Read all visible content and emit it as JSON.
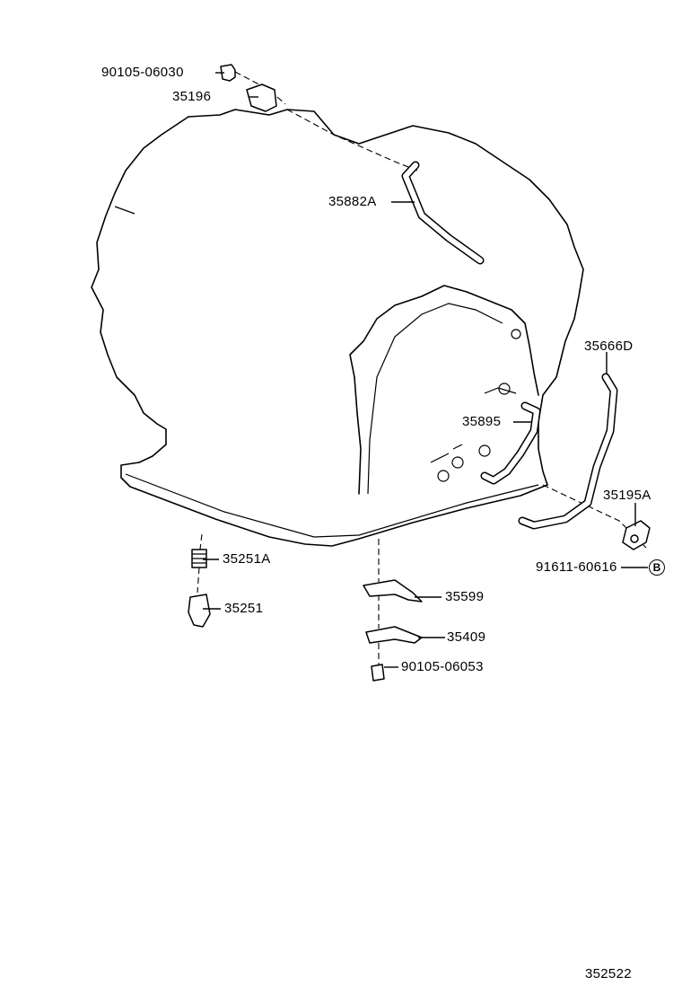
{
  "parts": [
    {
      "id": "p1",
      "number": "90105-06030"
    },
    {
      "id": "p2",
      "number": "35196"
    },
    {
      "id": "p3",
      "number": "35882A"
    },
    {
      "id": "p4",
      "number": "35666D"
    },
    {
      "id": "p5",
      "number": "35895"
    },
    {
      "id": "p6",
      "number": "35195A"
    },
    {
      "id": "p7",
      "number": "91611-60616"
    },
    {
      "id": "p8",
      "number": "35251A"
    },
    {
      "id": "p9",
      "number": "35251"
    },
    {
      "id": "p10",
      "number": "35599"
    },
    {
      "id": "p11",
      "number": "35409"
    },
    {
      "id": "p12",
      "number": "90105-06053"
    }
  ],
  "ref_marker": "B",
  "diagram_id": "352522"
}
